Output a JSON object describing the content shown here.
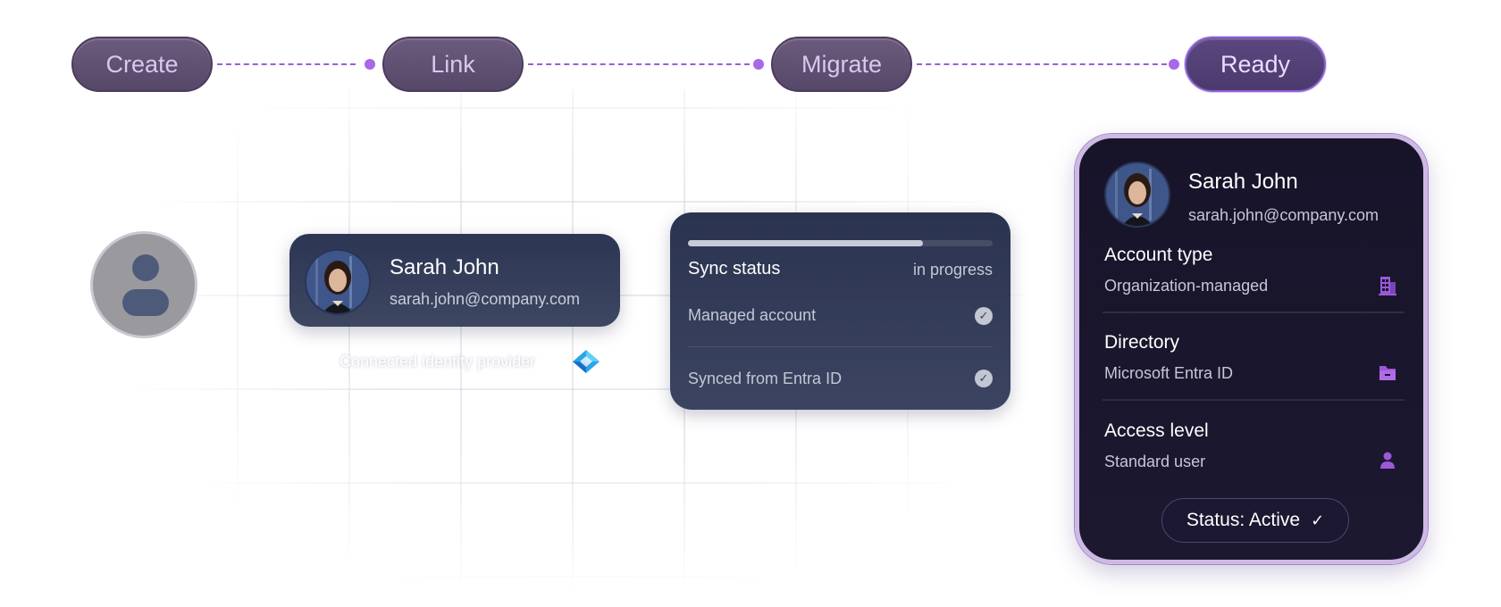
{
  "steps": [
    {
      "label": "Create"
    },
    {
      "label": "Link"
    },
    {
      "label": "Migrate"
    },
    {
      "label": "Ready",
      "active": true
    }
  ],
  "link_card": {
    "name": "Sarah John",
    "email": "sarah.john@company.com",
    "caption": "Connected identity provider"
  },
  "sync_card": {
    "progress_label": "Sync status",
    "progress_state": "in progress",
    "progress_fraction": 0.77,
    "rows": [
      {
        "label": "Managed account",
        "checked": true
      },
      {
        "label": "Synced from Entra ID",
        "checked": true
      }
    ]
  },
  "ready_card": {
    "name": "Sarah John",
    "email": "sarah.john@company.com",
    "sections": [
      {
        "label": "Account type",
        "value": "Organization-managed",
        "icon": "building-icon"
      },
      {
        "label": "Directory",
        "value": "Microsoft Entra ID",
        "icon": "folder-icon"
      },
      {
        "label": "Access level",
        "value": "Standard user",
        "icon": "user-icon"
      }
    ],
    "status": "Status: Active",
    "status_check": "✓"
  },
  "colors": {
    "accent": "#a968e6",
    "card_dark": "#17142a",
    "step_fill": "#5f4f72"
  }
}
